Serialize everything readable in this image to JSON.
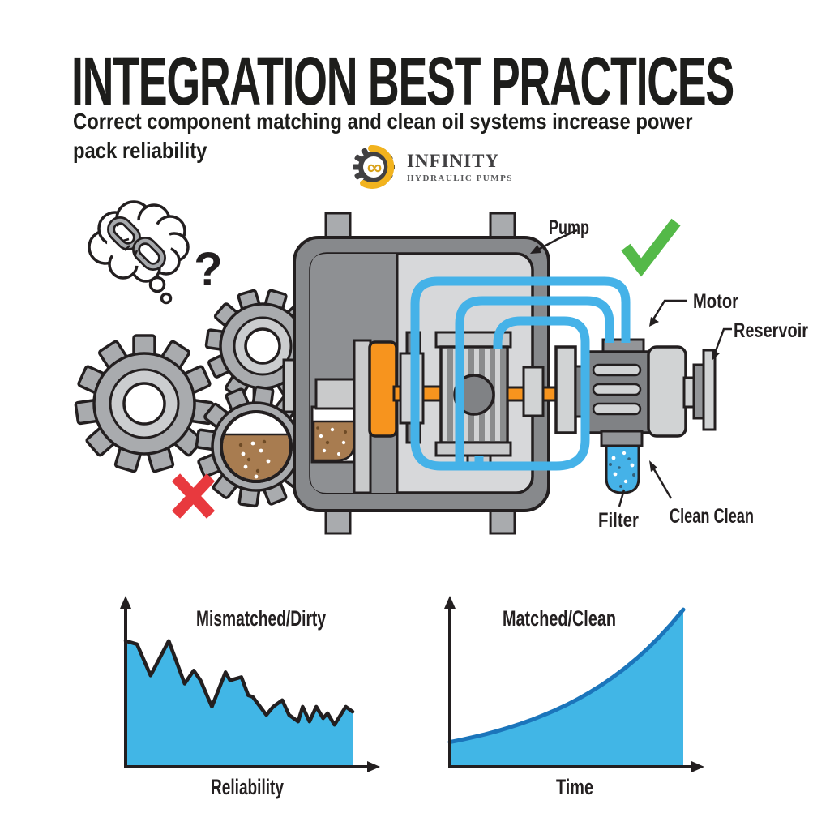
{
  "header": {
    "title": "INTEGRATION BEST PRACTICES",
    "subtitle": "Correct component matching and clean oil systems increase power\npack reliability"
  },
  "logo": {
    "name": "INFINITY",
    "tagline": "HYDRAULIC PUMPS",
    "infinity_symbol": "∞"
  },
  "diagram": {
    "labels": {
      "pump": "Pump",
      "motor": "Motor",
      "reservoir": "Reservoir",
      "filter": "Filter",
      "clean": "Clean Clean",
      "question_mark": "?"
    },
    "colors": {
      "check_green": "#54B948",
      "cross_red": "#E8393E",
      "pipe_blue": "#45B2E8",
      "accent_orange": "#F7941E",
      "oil_brown": "#A87C50",
      "housing_gray": "#87898C",
      "panel_light": "#D7D8DA",
      "outline": "#231F20"
    }
  },
  "chart_data": [
    {
      "type": "area",
      "title": "Mismatched/Dirty",
      "xlabel": "Reliability",
      "ylabel": "",
      "ylim": [
        0,
        100
      ],
      "grid": false,
      "fill_color": "#41B6E6",
      "line_color": "#231F20",
      "x": [
        0,
        5,
        11,
        19,
        26,
        30,
        33,
        38,
        44,
        46,
        51,
        54,
        56,
        62,
        65,
        69,
        72,
        76,
        78,
        81,
        84,
        87,
        89,
        92,
        97,
        100
      ],
      "values": [
        76,
        74,
        55,
        76,
        50,
        58,
        52,
        36,
        57,
        52,
        54,
        43,
        42,
        31,
        36,
        40,
        31,
        27,
        36,
        27,
        36,
        29,
        32,
        25,
        36,
        33
      ]
    },
    {
      "type": "area",
      "title": "Matched/Clean",
      "xlabel": "Time",
      "ylabel": "",
      "ylim": [
        0,
        100
      ],
      "grid": false,
      "fill_color": "#41B6E6",
      "line_color": "#1B75BB",
      "x": [
        0,
        5,
        10,
        15,
        20,
        25,
        30,
        35,
        40,
        45,
        50,
        55,
        60,
        65,
        70,
        75,
        80,
        85,
        90,
        95,
        100
      ],
      "values": [
        14.5,
        15.9,
        17.5,
        19.2,
        21.1,
        23.2,
        25.5,
        28.0,
        30.8,
        33.8,
        37.1,
        40.8,
        44.8,
        49.2,
        54.1,
        59.4,
        65.3,
        71.7,
        78.8,
        86.5,
        95.0
      ]
    }
  ]
}
